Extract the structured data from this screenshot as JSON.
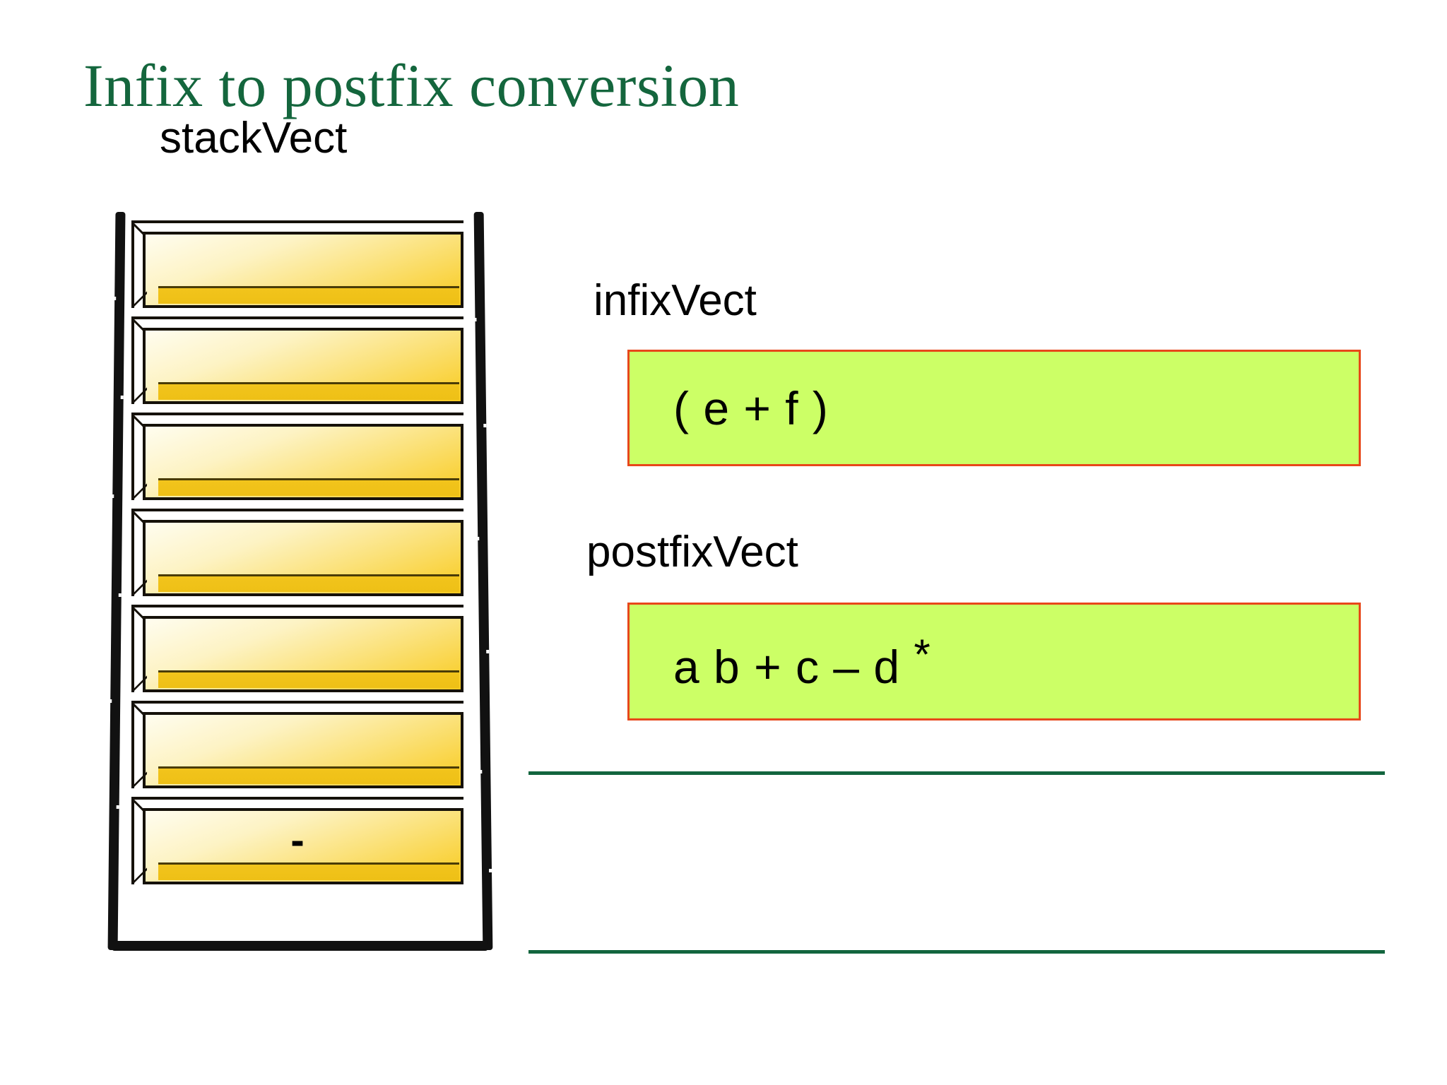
{
  "slide": {
    "title": "Infix to postfix conversion",
    "background_color": "#FFFFFF",
    "title_color": "#14663D"
  },
  "stack": {
    "label": "stackVect",
    "cell_count": 7,
    "cells": [
      {
        "index": 0,
        "value": ""
      },
      {
        "index": 1,
        "value": ""
      },
      {
        "index": 2,
        "value": ""
      },
      {
        "index": 3,
        "value": ""
      },
      {
        "index": 4,
        "value": ""
      },
      {
        "index": 5,
        "value": ""
      },
      {
        "index": 6,
        "value": "-"
      }
    ],
    "cell_fill_top_color": "#FFFDF0",
    "cell_fill_bottom_color": "#F6C91F",
    "cell_border_color": "#15110A",
    "wall_color": "#111111"
  },
  "vectors": [
    {
      "id": "infix",
      "label": "infixVect",
      "content": "( e + f )",
      "fill_color": "#CCFF66",
      "border_color": "#E8471A"
    },
    {
      "id": "postfix",
      "label": "postfixVect",
      "content": "a b + c – d ",
      "content_suffix": "*",
      "fill_color": "#CCFF66",
      "border_color": "#E8471A"
    }
  ],
  "rules": {
    "color": "#12653E",
    "count": 2
  }
}
